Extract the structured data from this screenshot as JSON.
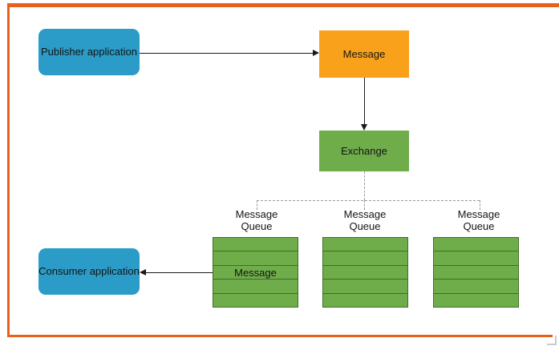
{
  "diagram": {
    "nodes": {
      "publisher": "Publisher application",
      "message": "Message",
      "exchange": "Exchange",
      "consumer": "Consumer application"
    },
    "queues": [
      {
        "label": "Message Queue",
        "message_cell": "Message"
      },
      {
        "label": "Message Queue",
        "message_cell": ""
      },
      {
        "label": "Message Queue",
        "message_cell": ""
      }
    ],
    "colors": {
      "publisher_consumer": "#2b9bc7",
      "message": "#f9a11b",
      "exchange": "#6fad4b",
      "queue_fill": "#6fad4b",
      "queue_border": "#3e6e26",
      "frame": "#e8611c",
      "arrow": "#1a1a1a",
      "dash": "#9a9a9a"
    }
  }
}
